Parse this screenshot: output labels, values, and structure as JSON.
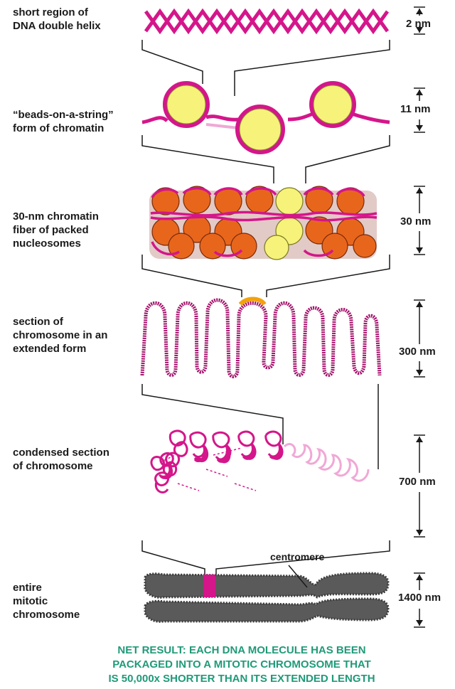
{
  "stages": [
    {
      "label": [
        "short region of",
        "DNA double helix"
      ],
      "size": "2 nm"
    },
    {
      "label": [
        "“beads-on-a-string”",
        "form of chromatin"
      ],
      "size": "11 nm"
    },
    {
      "label": [
        "30-nm chromatin",
        "fiber of packed",
        "nucleosomes"
      ],
      "size": "30 nm"
    },
    {
      "label": [
        "section of",
        "chromosome in an",
        "extended form"
      ],
      "size": "300 nm"
    },
    {
      "label": [
        "condensed section",
        "of chromosome"
      ],
      "size": "700 nm"
    },
    {
      "label": [
        "entire",
        "mitotic",
        "chromosome"
      ],
      "size": "1400 nm"
    }
  ],
  "centromere_label": "centromere",
  "net_result": [
    "NET RESULT: EACH DNA MOLECULE HAS BEEN",
    "PACKAGED INTO A MITOTIC CHROMOSOME THAT",
    "IS 50,000x SHORTER THAN ITS EXTENDED LENGTH"
  ],
  "colors": {
    "dna": "#d4168a",
    "dna_light": "#f0a8d6",
    "histone": "#f7f27a",
    "histone_core": "#e8661c",
    "highlight": "#f2a20e",
    "chromosome": "#5a5a5a",
    "net_text": "#1f9a78"
  }
}
